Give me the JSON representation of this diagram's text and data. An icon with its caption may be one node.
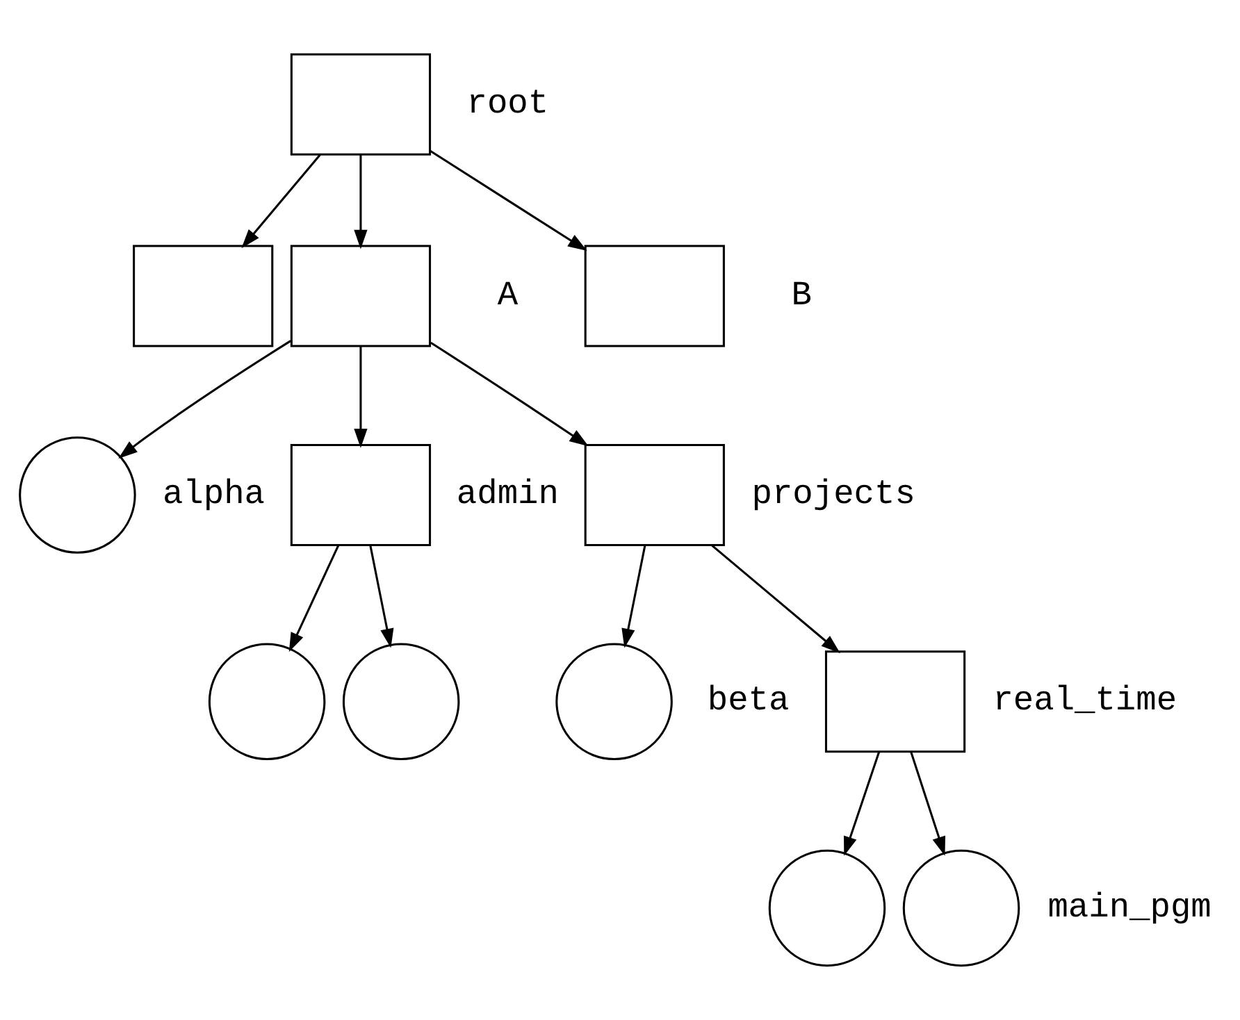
{
  "diagram": {
    "nodes": [
      {
        "text": [],
        "shape": "box",
        "beside": [
          "root"
        ]
      },
      {
        "text": [],
        "shape": "box"
      },
      {
        "text": [],
        "shape": "box",
        "beside": [
          "A"
        ]
      },
      {
        "text": [],
        "shape": "box",
        "beside": [
          "B"
        ]
      },
      {
        "text": [],
        "shape": "circle",
        "beside": [
          "alpha"
        ]
      },
      {
        "text": [],
        "shape": "box",
        "beside": [
          "admin"
        ]
      },
      {
        "text": [],
        "shape": "box",
        "beside": [
          "projects"
        ]
      },
      {
        "text": [],
        "shape": "circle"
      },
      {
        "text": [],
        "shape": "circle"
      },
      {
        "text": [],
        "shape": "circle",
        "beside": [
          "beta"
        ]
      },
      {
        "text": [],
        "shape": "box",
        "beside": [
          "real_time"
        ]
      },
      {
        "text": [],
        "shape": "circle"
      },
      {
        "text": [],
        "shape": "circle",
        "beside": [
          "main_pgm"
        ]
      }
    ],
    "edges": [
      {
        "from": 0,
        "to": 1,
        "arrow": "to"
      },
      {
        "from": 0,
        "to": 2,
        "arrow": "to"
      },
      {
        "from": 0,
        "to": 3,
        "arrow": "to"
      },
      {
        "from": 2,
        "to": 4,
        "arrow": "to"
      },
      {
        "from": 2,
        "to": 5,
        "arrow": "to"
      },
      {
        "from": 2,
        "to": 6,
        "arrow": "to"
      },
      {
        "from": 5,
        "to": 7,
        "arrow": "to"
      },
      {
        "from": 5,
        "to": 8,
        "arrow": "to"
      },
      {
        "from": 6,
        "to": 9,
        "arrow": "to"
      },
      {
        "from": 6,
        "to": 10,
        "arrow": "to"
      },
      {
        "from": 10,
        "to": 11,
        "arrow": "to"
      },
      {
        "from": 10,
        "to": 12,
        "arrow": "to"
      }
    ]
  }
}
